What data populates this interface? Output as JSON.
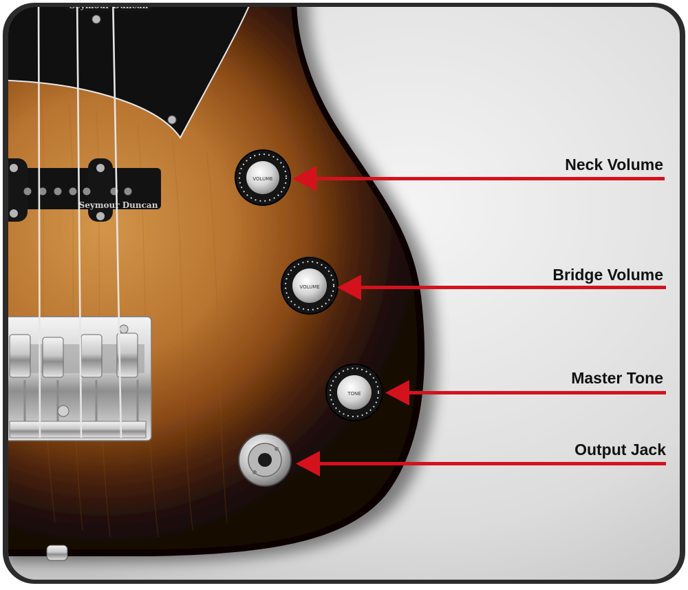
{
  "pickup_branding": {
    "neck_logo": "Seymour Duncan",
    "bridge_logo": "Seymour Duncan"
  },
  "knobs": {
    "neck_volume_cap": "VOLUME",
    "bridge_volume_cap": "VOLUME",
    "master_tone_cap": "TONE"
  },
  "callouts": [
    {
      "label": "Neck Volume"
    },
    {
      "label": "Bridge Volume"
    },
    {
      "label": "Master Tone"
    },
    {
      "label": "Output Jack"
    }
  ],
  "colors": {
    "arrow": "#d4121d",
    "frame": "#2b2b2b",
    "background": "#d9d9d9",
    "body_center": "#c98a3c",
    "body_edge": "#1a0c05",
    "pickguard": "#101010",
    "chrome": "#d8d8d8"
  }
}
